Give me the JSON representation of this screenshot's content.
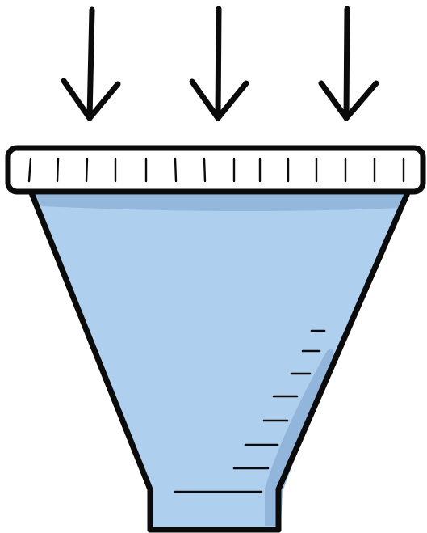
{
  "illustration": {
    "subject": "funnel",
    "arrow_count": 3,
    "arrow_direction": "down",
    "colors": {
      "outline": "#0b0b0b",
      "funnel_fill": "#aecfee",
      "funnel_shade": "#8fb3d8",
      "rim_fill": "#ffffff",
      "background": "#ffffff"
    },
    "icons": [
      "down-arrow-icon",
      "funnel-icon"
    ]
  }
}
